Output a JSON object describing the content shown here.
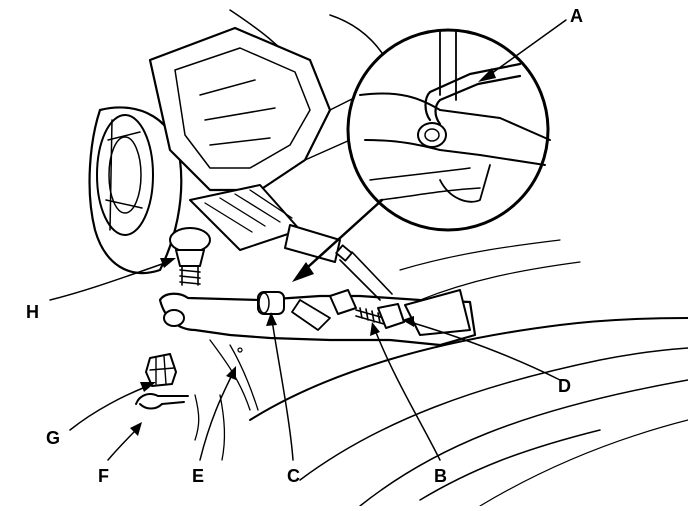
{
  "callouts": {
    "a": "A",
    "b": "B",
    "c": "C",
    "d": "D",
    "e": "E",
    "f": "F",
    "g": "G",
    "h": "H"
  }
}
